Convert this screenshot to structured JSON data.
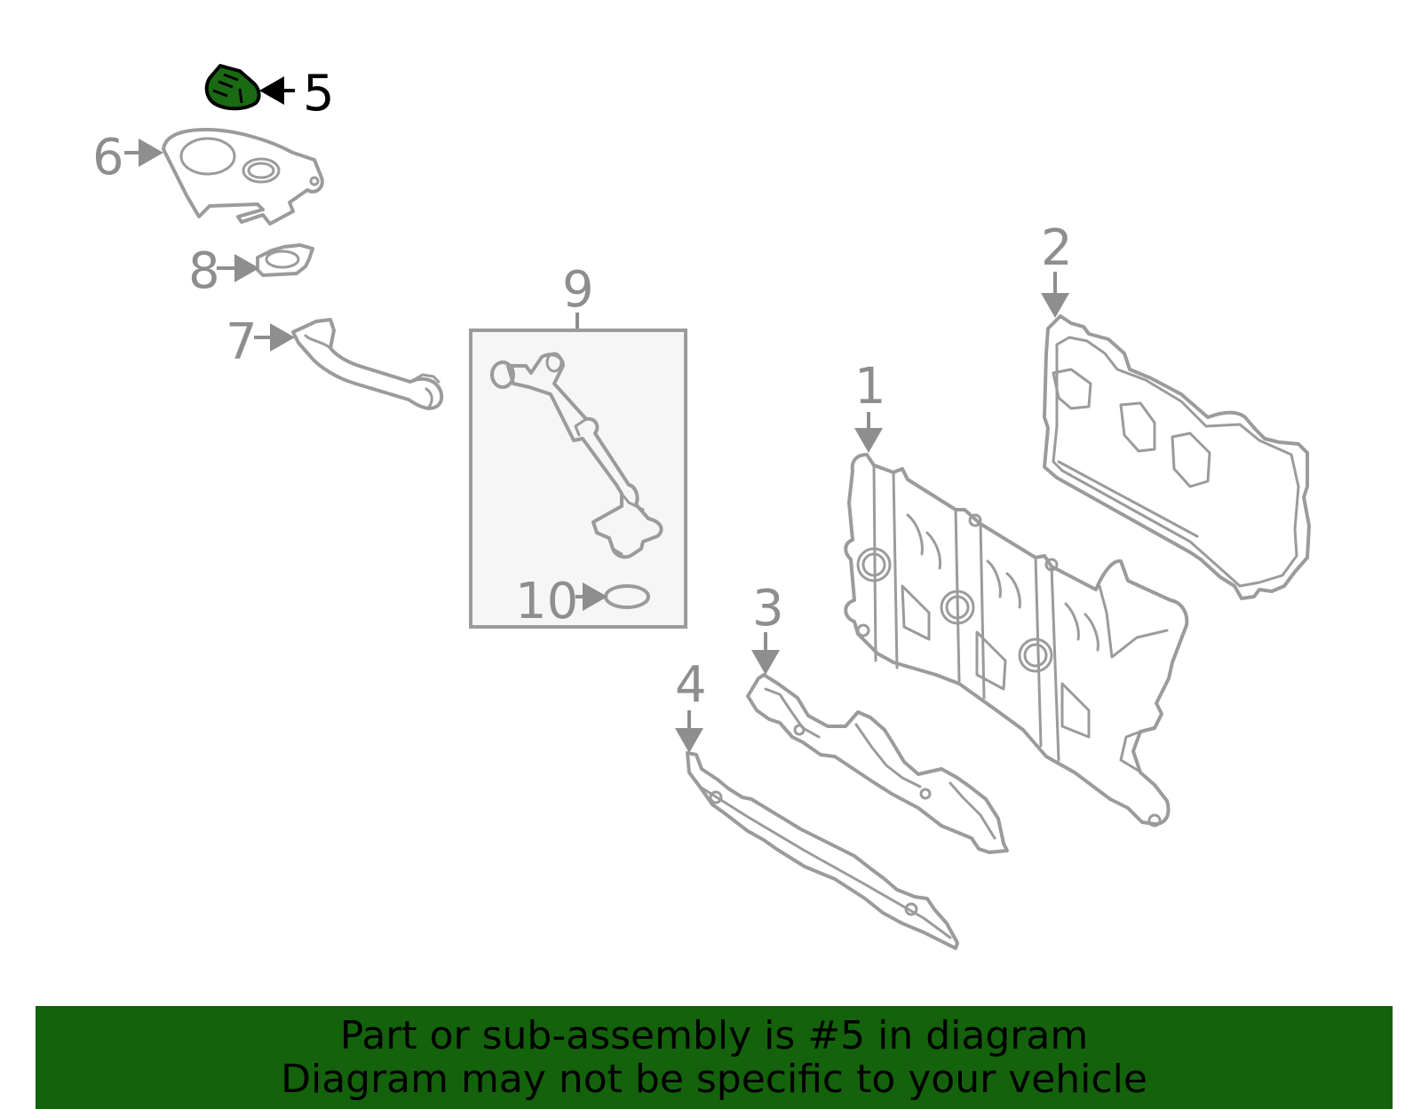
{
  "callouts": {
    "c1": "1",
    "c2": "2",
    "c3": "3",
    "c4": "4",
    "c5": "5",
    "c6": "6",
    "c7": "7",
    "c8": "8",
    "c9": "9",
    "c10": "10"
  },
  "highlighted_part": "5",
  "colors": {
    "highlight_fill": "#1a6a14",
    "banner_background": "#14620c",
    "part_stroke": "#9b9b9b",
    "inset_box_fill": "#f6f6f6"
  },
  "banner": {
    "line1": "Part or sub-assembly is #5 in diagram",
    "line2": "Diagram may not be specific to your vehicle"
  }
}
